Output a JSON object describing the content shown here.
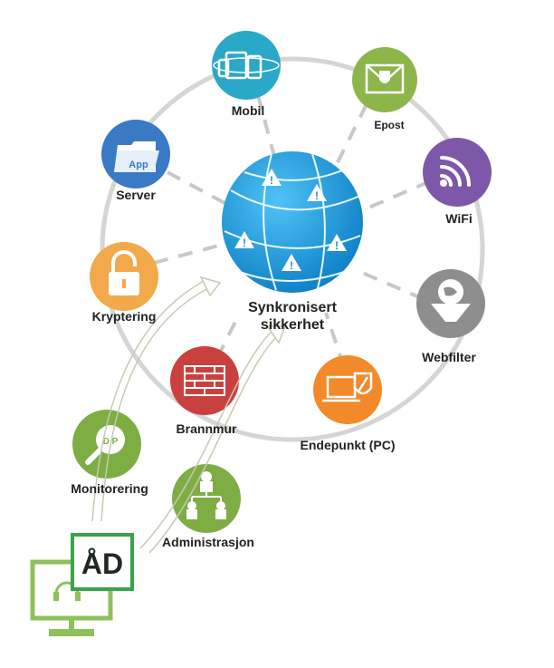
{
  "center": {
    "line1": "Synkronisert",
    "line2": "sikkerhet"
  },
  "nodes": {
    "mobil": {
      "label": "Mobil",
      "color": "#2aa8c8"
    },
    "epost": {
      "label": "Epost",
      "color": "#8cb54a"
    },
    "wifi": {
      "label": "WiFi",
      "color": "#7d57a8"
    },
    "webfilter": {
      "label": "Webfilter",
      "color": "#8e8e8e"
    },
    "endepunkt": {
      "label": "Endepunkt (PC)",
      "color": "#f28a2c"
    },
    "brannmur": {
      "label": "Brannmur",
      "color": "#c9413f"
    },
    "kryptering": {
      "label": "Kryptering",
      "color": "#f2a94b"
    },
    "server": {
      "label": "Server",
      "color": "#3a79c4",
      "icon_text": "App"
    },
    "monitorering": {
      "label": "Monitorering",
      "color": "#7ead44",
      "icon_text": "D P"
    },
    "administrasjon": {
      "label": "Administrasjon",
      "color": "#7ead44"
    }
  },
  "console": {
    "badge_text": "ÅD",
    "color": "#7db84a"
  },
  "colors": {
    "globe": "#1ea0e0",
    "ring": "#d0d0d0",
    "dash": "#c8c8c8"
  }
}
